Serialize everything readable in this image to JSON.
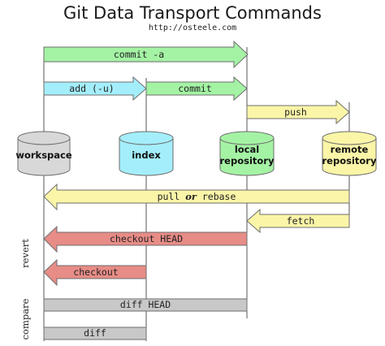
{
  "title": "Git Data Transport Commands",
  "url": "http://osteele.com",
  "colors": {
    "green": "#A4F3A4",
    "blue": "#A4EEFB",
    "yellow": "#FBF5A8",
    "red": "#E78C86",
    "gray": "#C8C8C8",
    "workspace": "#D8D8D8",
    "index": "#A4EEFB",
    "local": "#A4F3A4",
    "remote": "#FBF5A8"
  },
  "repos": [
    {
      "key": "workspace",
      "line1": "workspace",
      "line2": ""
    },
    {
      "key": "index",
      "line1": "index",
      "line2": ""
    },
    {
      "key": "local",
      "line1": "local",
      "line2": "repository"
    },
    {
      "key": "remote",
      "line1": "remote",
      "line2": "repository"
    }
  ],
  "commands": {
    "commit_a": "commit -a",
    "add": "add (-u)",
    "commit": "commit",
    "push": "push",
    "pull_pre": "pull ",
    "pull_or": "or",
    "pull_post": " rebase",
    "fetch": "fetch",
    "checkout_head": "checkout HEAD",
    "checkout": "checkout",
    "diff_head": "diff HEAD",
    "diff": "diff"
  },
  "side_labels": {
    "revert": "revert",
    "compare": "compare"
  }
}
